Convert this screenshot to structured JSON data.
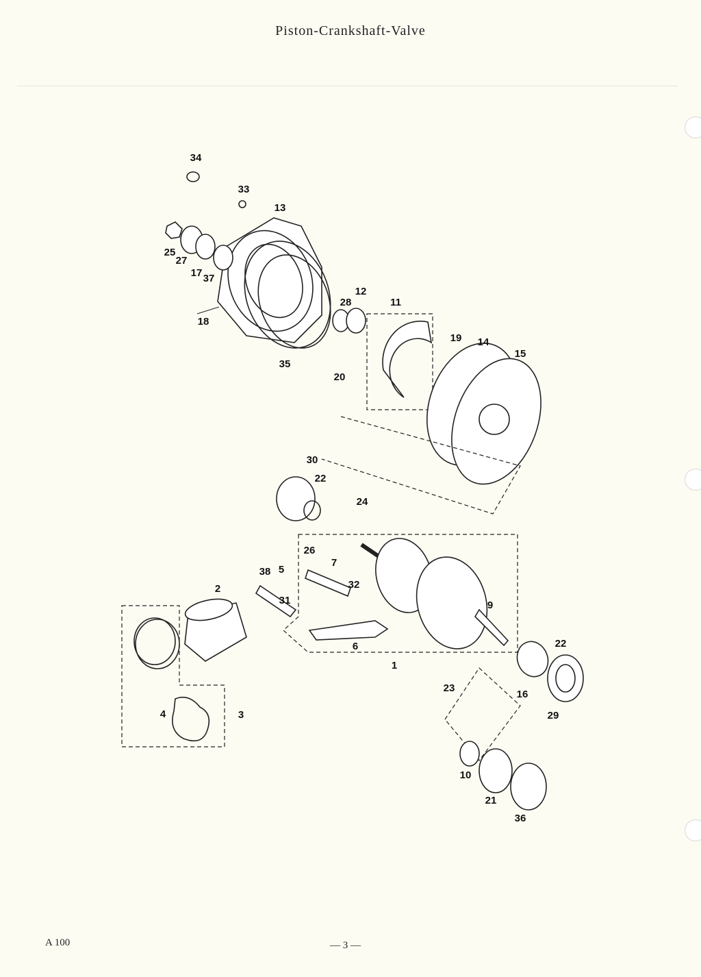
{
  "page": {
    "title": "Piston-Crankshaft-Valve",
    "model": "A 100",
    "page_number": "— 3 —"
  },
  "callouts": [
    "34",
    "33",
    "13",
    "25",
    "27",
    "17",
    "37",
    "18",
    "28",
    "12",
    "11",
    "35",
    "20",
    "19",
    "14",
    "15",
    "30",
    "22",
    "24",
    "26",
    "7",
    "38",
    "5",
    "32",
    "31",
    "2",
    "9",
    "6",
    "1",
    "22",
    "16",
    "23",
    "29",
    "4",
    "3",
    "10",
    "21",
    "36"
  ]
}
